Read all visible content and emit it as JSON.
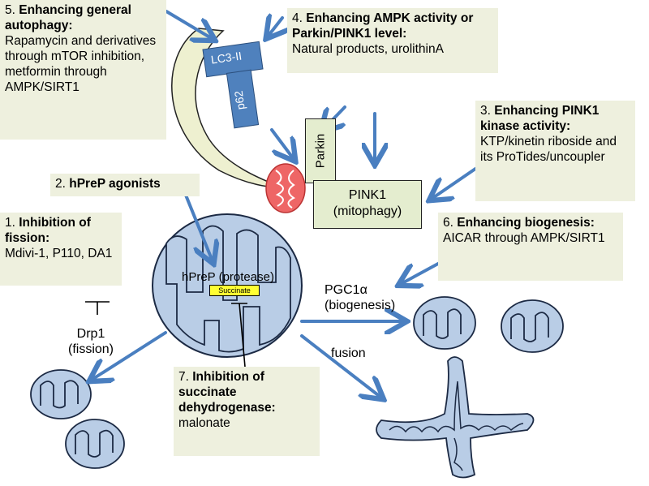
{
  "boxes": {
    "b5": {
      "title": "5. ",
      "bold": "Enhancing general autophagy:",
      "body": "Rapamycin and derivatives through mTOR inhibition, metformin through AMPK/SIRT1"
    },
    "b4": {
      "title": "4. ",
      "bold": "Enhancing AMPK activity or Parkin/PINK1 level:",
      "body": "Natural products, urolithinA"
    },
    "b3": {
      "title": "3. ",
      "bold": "Enhancing PINK1 kinase activity:",
      "body": "KTP/kinetin riboside and its ProTides/uncoupler"
    },
    "b2": {
      "title": "2. ",
      "bold": "hPreP agonists",
      "body": ""
    },
    "b1": {
      "title": "1.  ",
      "bold": "Inhibition of fission:",
      "body": "Mdivi-1, P110, DA1"
    },
    "b6": {
      "title": "6. ",
      "bold": "Enhancing biogenesis:",
      "body": " AICAR through AMPK/SIRT1"
    },
    "b7": {
      "title": "7. ",
      "bold": "Inhibition of succinate dehydrogenase:",
      "body": "malonate"
    }
  },
  "labels": {
    "lc3": "LC3-II",
    "p62": "p62",
    "parkin": "Parkin",
    "pink1_line1": "PINK1",
    "pink1_line2": "(mitophagy)",
    "hprep": "hPreP (protease)",
    "succinate": "Succinate",
    "pgc1a_line1": "PGC1α",
    "pgc1a_line2": "(biogenesis)",
    "drp1_line1": "Drp1",
    "drp1_line2": "(fission)",
    "fusion": "fusion"
  },
  "colors": {
    "box_bg": "#eef0de",
    "arrow": "#4a7fc0",
    "mito_fill": "#b9cde6",
    "mito_stroke": "#1c2a44",
    "lc3_fill": "#4f81bd",
    "phagophore_fill": "#eef0d0",
    "red_mito": "#e05555",
    "succinate_fill": "#ffff33"
  }
}
